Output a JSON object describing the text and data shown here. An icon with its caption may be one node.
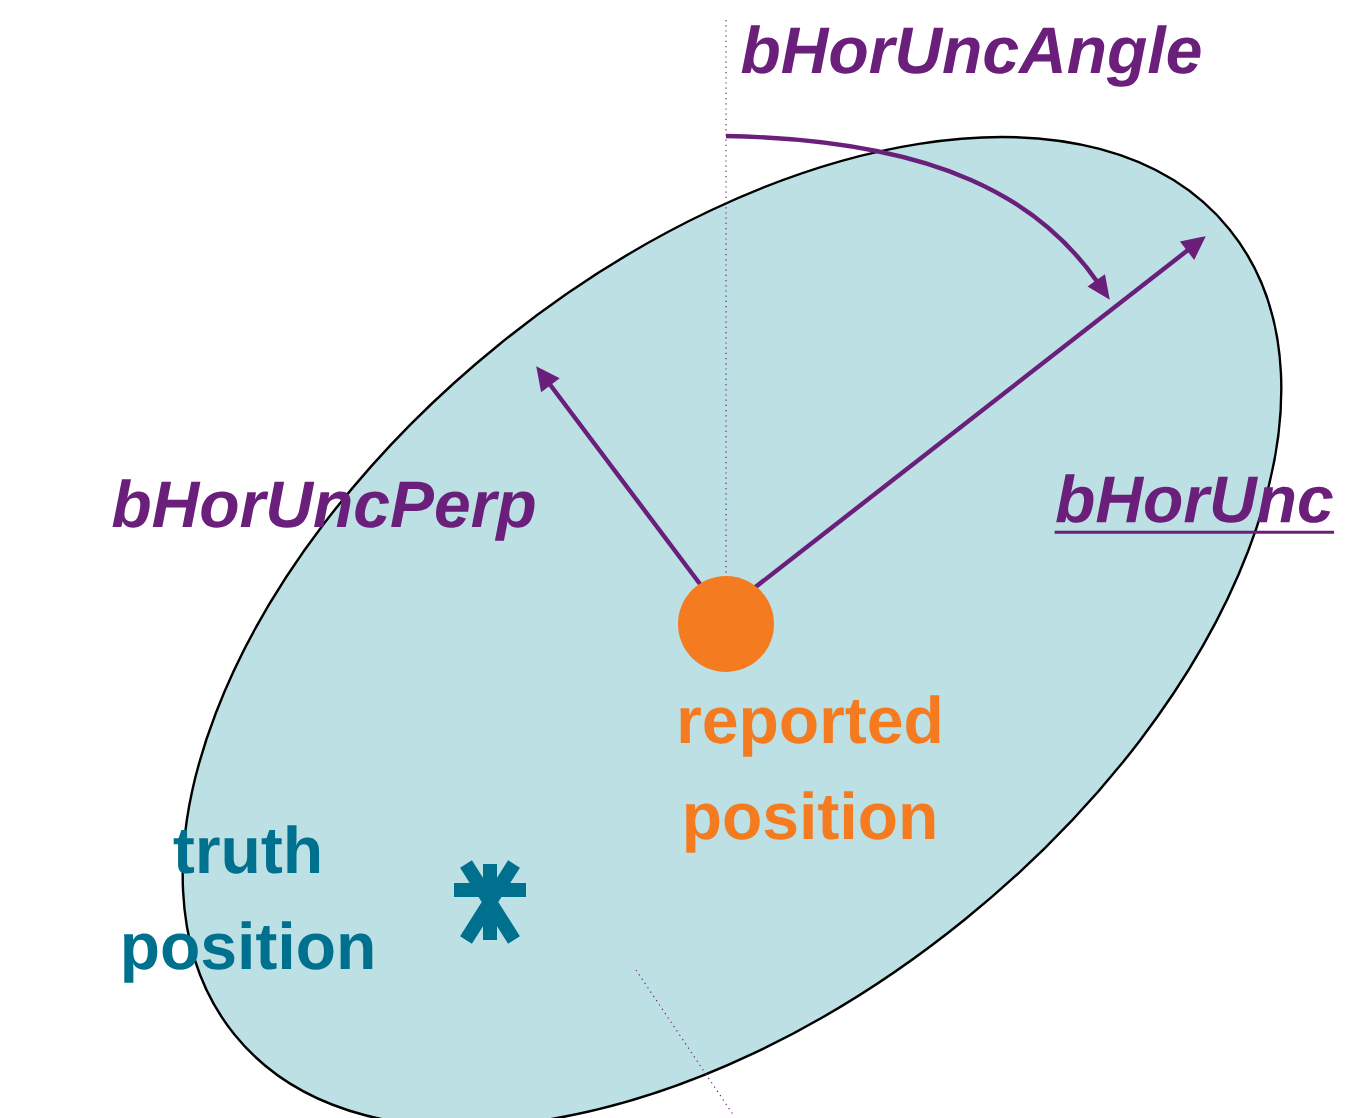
{
  "diagram": {
    "labels": [
      "bHorUncAngle",
      "bHorUncPerp",
      "bHorUnc",
      "reported position",
      "truth position"
    ]
  }
}
